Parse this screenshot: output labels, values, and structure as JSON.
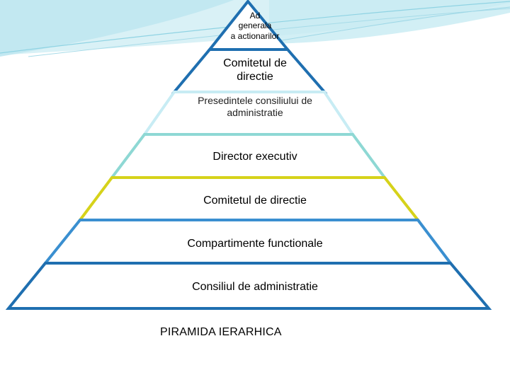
{
  "diagram": {
    "caption": "PIRAMIDA IERARHICA",
    "levels": [
      {
        "lines": [
          "Ad",
          "generala",
          "a actionarilor"
        ]
      },
      {
        "lines": [
          "Comitetul de",
          "directie"
        ]
      },
      {
        "lines": [
          "Presedintele consiliului de",
          "administratie"
        ]
      },
      {
        "lines": [
          "Director executiv"
        ]
      },
      {
        "lines": [
          "Comitetul de directie"
        ]
      },
      {
        "lines": [
          "Compartimente functionale"
        ]
      },
      {
        "lines": [
          "Consiliul de administratie"
        ]
      }
    ]
  },
  "colors": {
    "border_dark_blue": "#1f6fb0",
    "border_mid_blue": "#3a8fd0",
    "border_light_cyan": "#c8ecf4",
    "border_teal": "#8ed8d4",
    "border_yellow": "#d6d21a",
    "border_blue": "#2f86c8",
    "background_swoosh": "#b9e6f0"
  }
}
